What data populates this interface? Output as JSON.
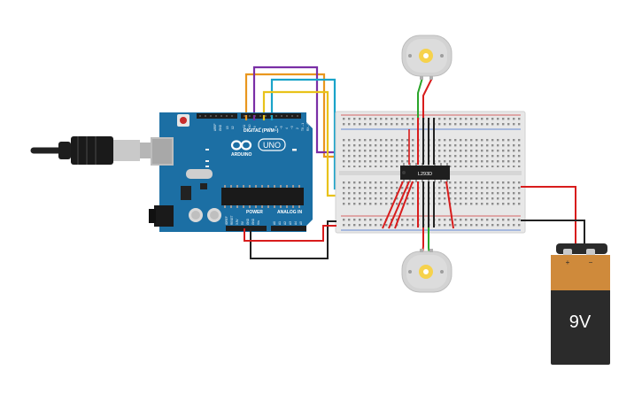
{
  "arduino": {
    "brand": "ARDUINO",
    "model": "UNO",
    "digital_header": "DIGITAL (PWM~)",
    "power_header": "POWER",
    "analog_header": "ANALOG IN"
  },
  "breadboard": {
    "chip_label": "L293D"
  },
  "battery": {
    "voltage_label": "9V",
    "plus_label": "+",
    "minus_label": "−"
  },
  "colors": {
    "arduino_board": "#1c6fa4",
    "breadboard": "#e7e7e7",
    "wire_orange": "#e9971e",
    "wire_purple": "#7a2fa6",
    "wire_cyan": "#1aa3c9",
    "wire_yellow": "#e8c21a",
    "wire_red": "#d81c1c",
    "wire_black": "#222222",
    "wire_green": "#2aa52a",
    "battery_top": "#cf8a3b",
    "battery_body": "#2b2b2b"
  },
  "components": [
    "usb-cable",
    "arduino-uno",
    "breadboard",
    "l293d-chip",
    "dc-motor-top",
    "dc-motor-bottom",
    "9v-battery"
  ]
}
